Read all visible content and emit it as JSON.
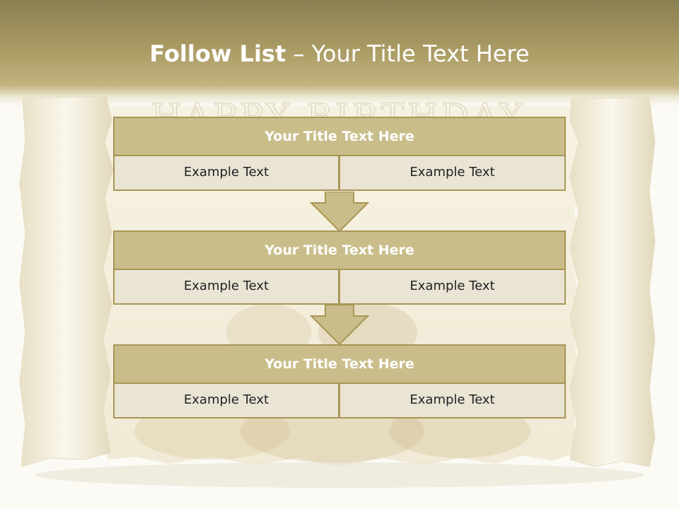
{
  "header": {
    "title_bold": "Follow List",
    "title_rest": "  – Your Title Text Here"
  },
  "background": {
    "watermark_text": "HAPPY BIRTHDAY"
  },
  "rows": [
    {
      "title": "Your Title Text Here",
      "left": "Example Text",
      "right": "Example Text"
    },
    {
      "title": "Your Title Text Here",
      "left": "Example Text",
      "right": "Example Text"
    },
    {
      "title": "Your Title Text Here",
      "left": "Example Text",
      "right": "Example Text"
    }
  ],
  "colors": {
    "header_band": "#a99a63",
    "title_fill": "#c9bd8a",
    "cell_fill": "#eae4d5",
    "border": "#a89654"
  }
}
